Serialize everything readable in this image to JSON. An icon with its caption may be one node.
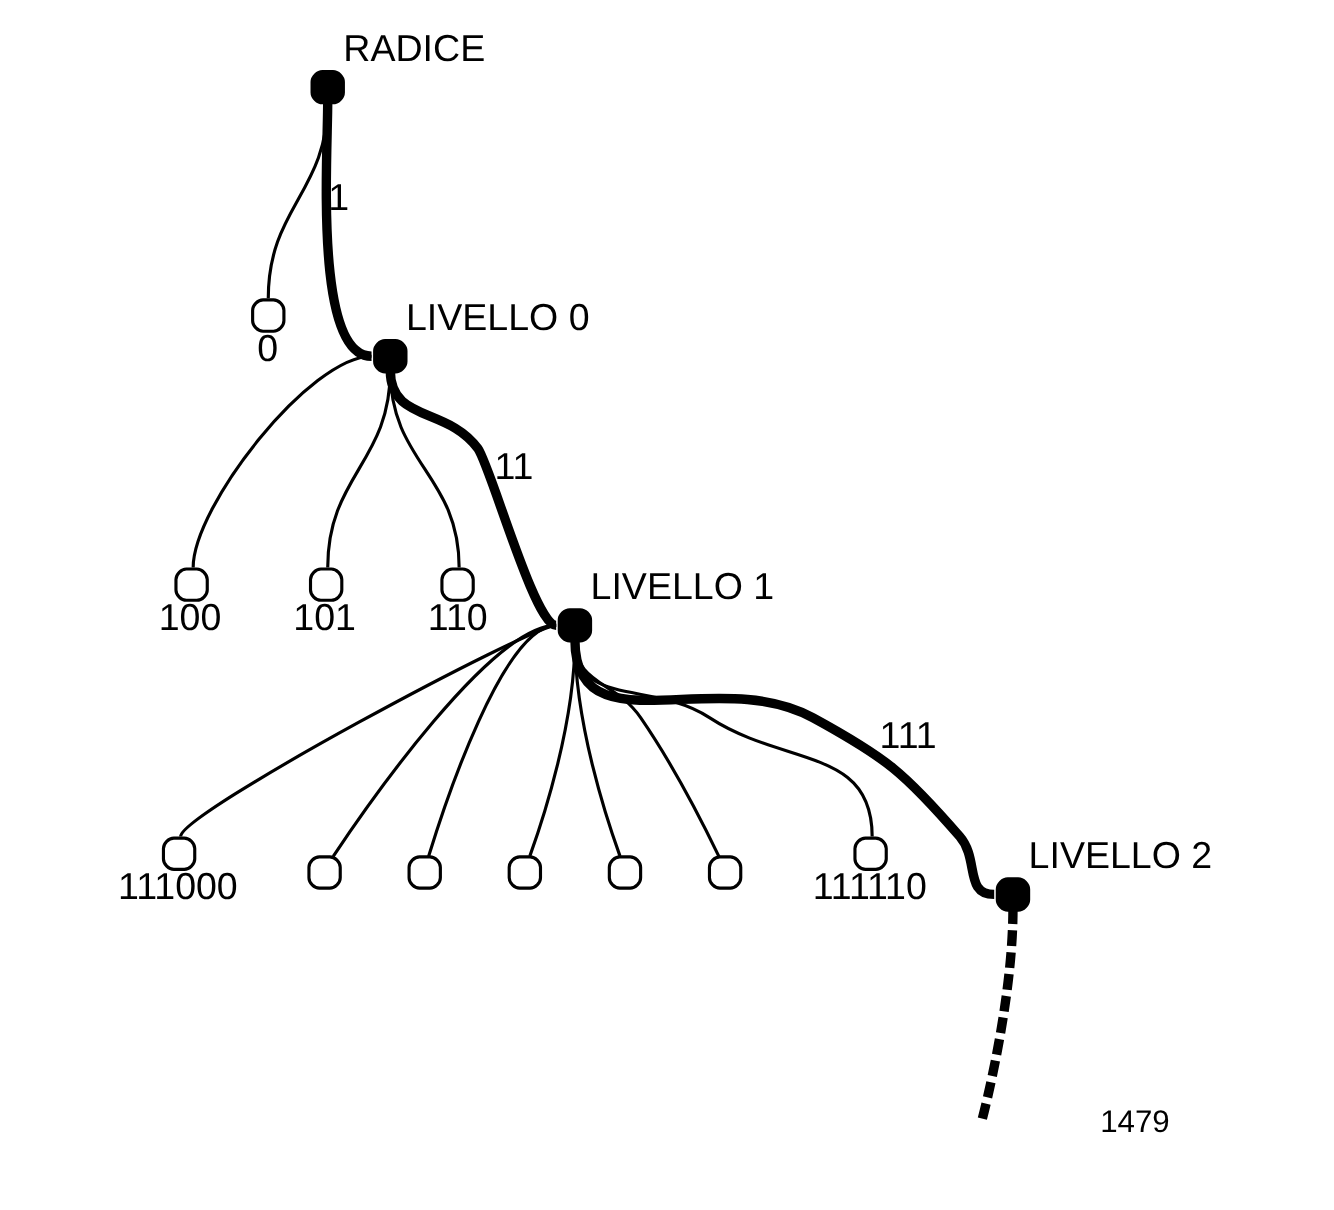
{
  "diagram": {
    "nodes": [
      {
        "text": [
          "RADICE"
        ]
      },
      {
        "text": [
          "0"
        ]
      },
      {
        "text": [
          "LIVELLO 0"
        ]
      },
      {
        "text": [
          "100"
        ]
      },
      {
        "text": [
          "101"
        ]
      },
      {
        "text": [
          "110"
        ]
      },
      {
        "text": [
          "LIVELLO 1"
        ]
      },
      {
        "text": [
          "111000"
        ]
      },
      {
        "text": [],
        "shape": "circle"
      },
      {
        "text": [],
        "shape": "circle"
      },
      {
        "text": [],
        "shape": "circle"
      },
      {
        "text": [],
        "shape": "circle"
      },
      {
        "text": [],
        "shape": "circle"
      },
      {
        "text": [
          "111110"
        ]
      },
      {
        "text": [
          "LIVELLO 2"
        ]
      }
    ],
    "edges": [
      {
        "from": 0,
        "to": 1,
        "arrow": "none"
      },
      {
        "from": 0,
        "to": 2,
        "arrow": "none",
        "style": "thick",
        "label": "1"
      },
      {
        "from": 2,
        "to": 3,
        "arrow": "none"
      },
      {
        "from": 2,
        "to": 4,
        "arrow": "none"
      },
      {
        "from": 2,
        "to": 5,
        "arrow": "none"
      },
      {
        "from": 2,
        "to": 6,
        "arrow": "none",
        "style": "thick",
        "label": "11"
      },
      {
        "from": 6,
        "to": 7,
        "arrow": "none"
      },
      {
        "from": 6,
        "to": 8,
        "arrow": "none"
      },
      {
        "from": 6,
        "to": 9,
        "arrow": "none"
      },
      {
        "from": 6,
        "to": 10,
        "arrow": "none"
      },
      {
        "from": 6,
        "to": 11,
        "arrow": "none"
      },
      {
        "from": 6,
        "to": 12,
        "arrow": "none"
      },
      {
        "from": 6,
        "to": 13,
        "arrow": "none"
      },
      {
        "from": 6,
        "to": 14,
        "arrow": "none",
        "style": "thick",
        "label": "111"
      },
      {
        "from": 14,
        "to": null,
        "arrow": "none",
        "style": "dashed"
      }
    ],
    "labels": [
      "1479"
    ]
  }
}
